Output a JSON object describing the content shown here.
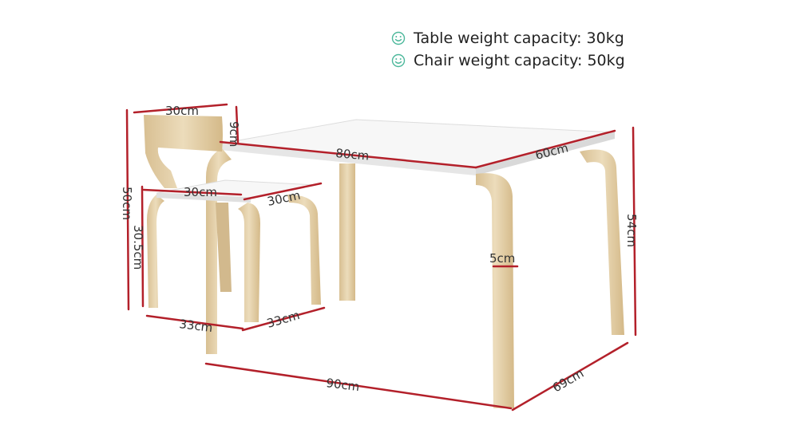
{
  "specs": [
    {
      "text": "Table weight capacity: 30kg",
      "icon": "smile-icon"
    },
    {
      "text": "Chair weight capacity: 50kg",
      "icon": "smile-icon"
    }
  ],
  "dimensions": {
    "chair_back_width": "30cm",
    "chair_back_height": "9cm",
    "chair_seat_width": "30cm",
    "chair_seat_depth": "30cm",
    "chair_height": "50cm",
    "chair_seat_height": "30.5cm",
    "chair_base_width": "33cm",
    "chair_base_depth": "33cm",
    "table_top_width": "80cm",
    "table_top_depth": "60cm",
    "table_leg_width": "5cm",
    "table_height": "54cm",
    "table_width": "90cm",
    "table_depth": "69cm"
  },
  "colors": {
    "accent_line": "#b3202a",
    "smile_icon": "#4cb89b",
    "wood": "#e3cfa7",
    "wood_dark": "#c9ad7c",
    "white_top": "#f7f7f7"
  }
}
